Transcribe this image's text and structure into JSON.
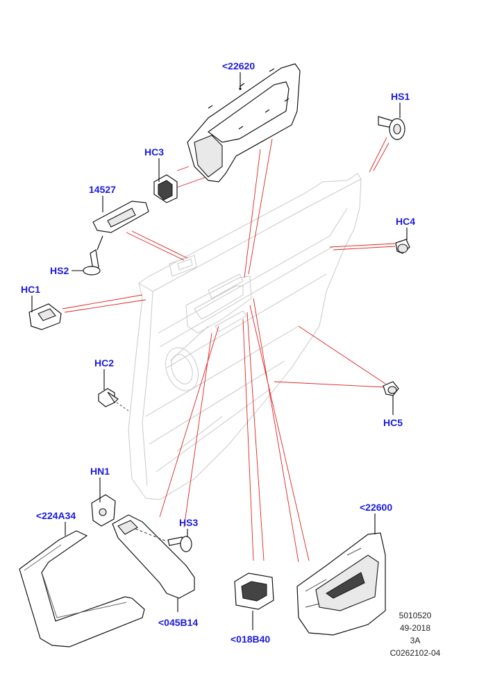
{
  "callouts": [
    {
      "id": "c22620",
      "text": "<22620"
    },
    {
      "id": "cHS1",
      "text": "HS1"
    },
    {
      "id": "cHC3",
      "text": "HC3"
    },
    {
      "id": "c14527",
      "text": "14527"
    },
    {
      "id": "cHC4",
      "text": "HC4"
    },
    {
      "id": "cHS2",
      "text": "HS2"
    },
    {
      "id": "cHC1",
      "text": "HC1"
    },
    {
      "id": "cHC2",
      "text": "HC2"
    },
    {
      "id": "cHC5",
      "text": "HC5"
    },
    {
      "id": "cHN1",
      "text": "HN1"
    },
    {
      "id": "c224A34",
      "text": "<224A34"
    },
    {
      "id": "cHS3",
      "text": "HS3"
    },
    {
      "id": "c22600",
      "text": "<22600"
    },
    {
      "id": "c045B14",
      "text": "<045B14"
    },
    {
      "id": "c018B40",
      "text": "<018B40"
    }
  ],
  "reference": {
    "line1": "5010520",
    "line2": "49-2018",
    "line3": "3A",
    "line4": "C0262102-04"
  },
  "colors": {
    "callout": "#1a1adc",
    "leader": "#e02020",
    "ghost": "#c8c8c8"
  }
}
